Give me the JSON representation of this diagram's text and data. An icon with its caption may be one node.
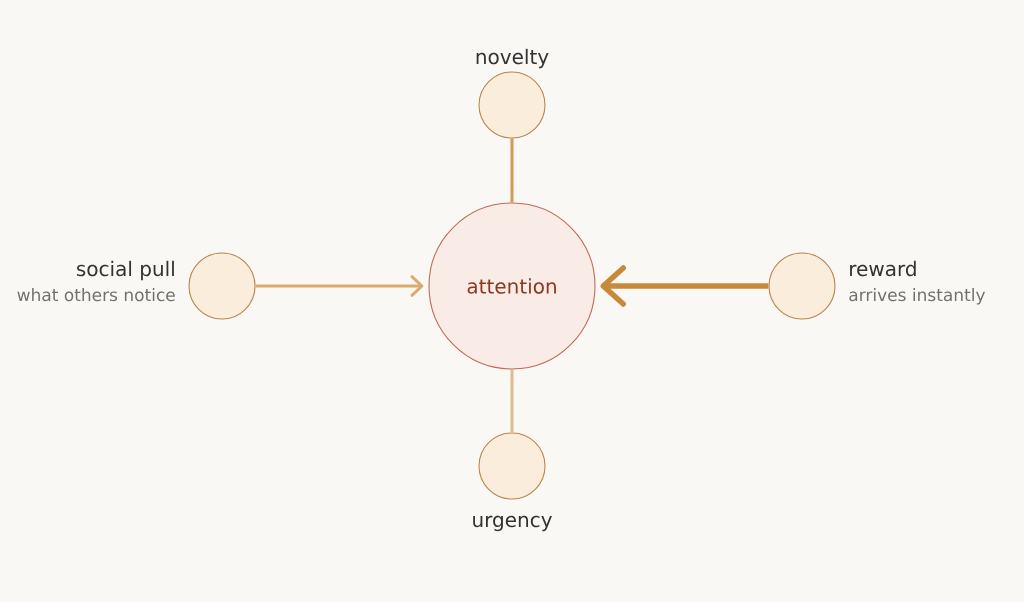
{
  "diagram": {
    "nodes": [
      {
        "text": [
          "novelty"
        ]
      },
      {
        "text": [
          "social pull",
          "what others notice"
        ]
      },
      {
        "text": [
          "attention"
        ]
      },
      {
        "text": [
          "reward",
          "arrives instantly"
        ]
      },
      {
        "text": [
          "urgency"
        ]
      }
    ],
    "edges": [
      {
        "from": 0,
        "to": 2,
        "arrow": "none",
        "color": "#cf9a55"
      },
      {
        "from": 1,
        "to": 2,
        "arrow": "to",
        "color": "#dcaa6e"
      },
      {
        "from": 3,
        "to": 2,
        "arrow": "to",
        "style": "thick",
        "color": "#c88a3a"
      },
      {
        "from": 4,
        "to": 2,
        "arrow": "none",
        "color": "#e0bb8a"
      }
    ]
  }
}
